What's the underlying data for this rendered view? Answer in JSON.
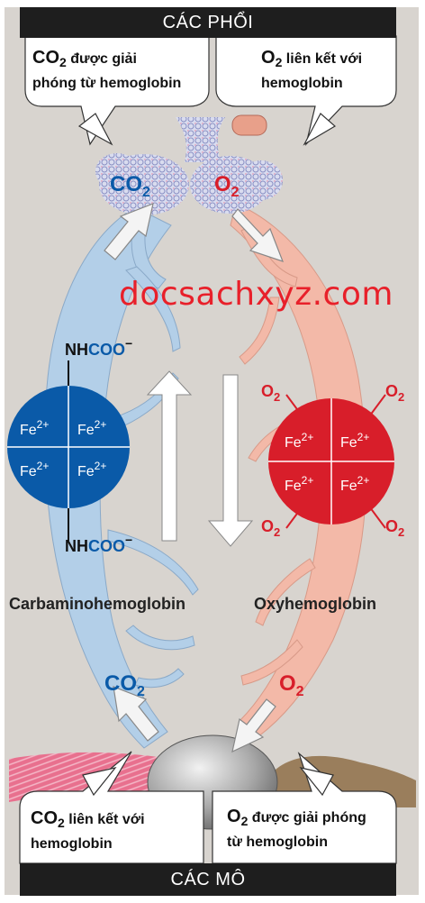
{
  "top_banner": "CÁC PHỔI",
  "bottom_banner": "CÁC MÔ",
  "top_left_note": {
    "formula": "CO",
    "sub": "2",
    "line1": " được giải",
    "line2": "phóng từ hemoglobin"
  },
  "top_right_note": {
    "formula": "O",
    "sub": "2",
    "line1": " liên kết với",
    "line2": "hemoglobin"
  },
  "bottom_left_note": {
    "formula": "CO",
    "sub": "2",
    "line1": " liên kết với",
    "line2": "hemoglobin"
  },
  "bottom_right_note": {
    "formula": "O",
    "sub": "2",
    "line1": " được giải phóng",
    "line2": "từ hemoglobin"
  },
  "lung_co2": {
    "main": "CO",
    "sub": "2"
  },
  "lung_o2": {
    "main": "O",
    "sub": "2"
  },
  "tissue_co2": {
    "main": "CO",
    "sub": "2"
  },
  "tissue_o2": {
    "main": "O",
    "sub": "2"
  },
  "watermark": "docsachxyz.com",
  "carbamino": {
    "group_nh": "NH",
    "group_coo": "COO",
    "charge": "−",
    "label": "Carbaminohemoglobin"
  },
  "oxy": {
    "o2_main": "O",
    "o2_sub": "2",
    "label": "Oxyhemoglobin"
  },
  "fe": {
    "main": "Fe",
    "sup": "2+"
  },
  "colors": {
    "blue": "#0a5aa8",
    "red": "#d81e2a",
    "vessel_blue": "#b3cfe8",
    "vessel_pink": "#f3b9a8",
    "panel": "#d8d4cf"
  }
}
